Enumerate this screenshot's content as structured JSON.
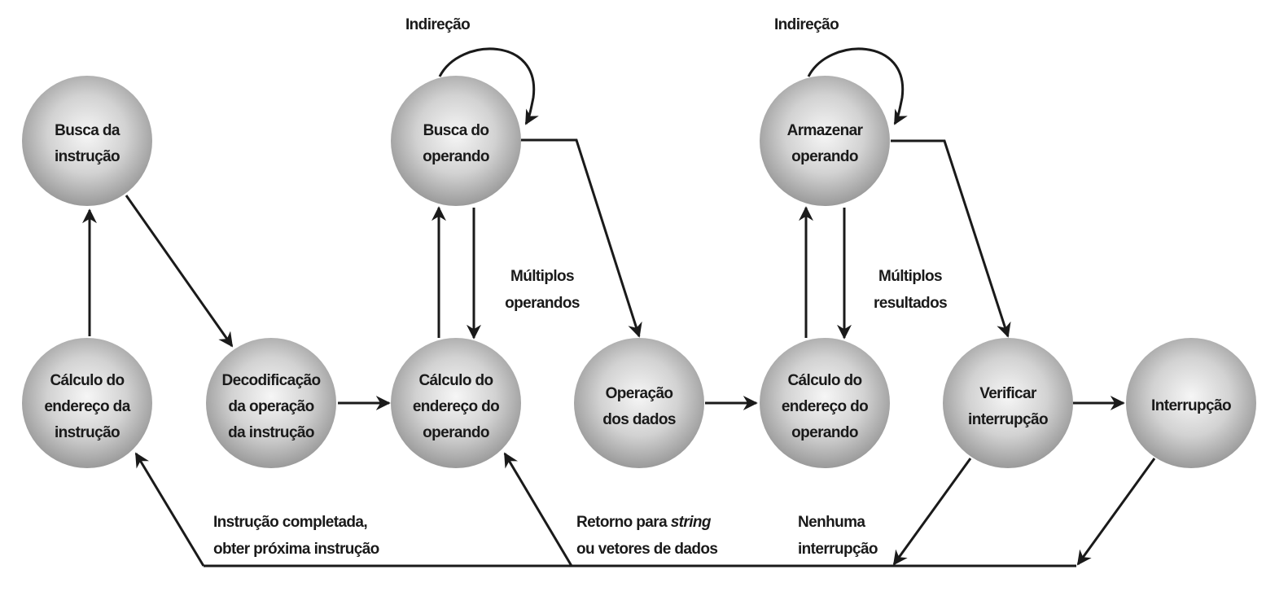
{
  "nodes": {
    "n1": [
      "Busca da",
      "instrução"
    ],
    "n2": [
      "Busca do",
      "operando"
    ],
    "n3": [
      "Armazenar",
      "operando"
    ],
    "n4": [
      "Cálculo do",
      "endereço da",
      "instrução"
    ],
    "n5": [
      "Decodificação",
      "da operação",
      "da instrução"
    ],
    "n6": [
      "Cálculo do",
      "endereço do",
      "operando"
    ],
    "n7": [
      "Operação",
      "dos dados"
    ],
    "n8": [
      "Cálculo do",
      "endereço do",
      "operando"
    ],
    "n9": [
      "Verificar",
      "interrupção"
    ],
    "n10": [
      "Interrupção"
    ]
  },
  "labels": {
    "indirection_1": "Indireção",
    "indirection_2": "Indireção",
    "multi_operands": [
      "Múltiplos",
      "operandos"
    ],
    "multi_results": [
      "Múltiplos",
      "resultados"
    ],
    "instr_complete": [
      "Instrução completada,",
      "obter próxima instrução"
    ],
    "return_string": {
      "before": "Retorno para ",
      "italic": "string",
      "line2": "ou vetores de dados"
    },
    "no_interrupt": [
      "Nenhuma",
      "interrupção"
    ]
  },
  "colors": {
    "node_fill_center": "#f4f4f4",
    "node_fill_edge": "#9a9a9a",
    "stroke": "#1a1a1a"
  }
}
